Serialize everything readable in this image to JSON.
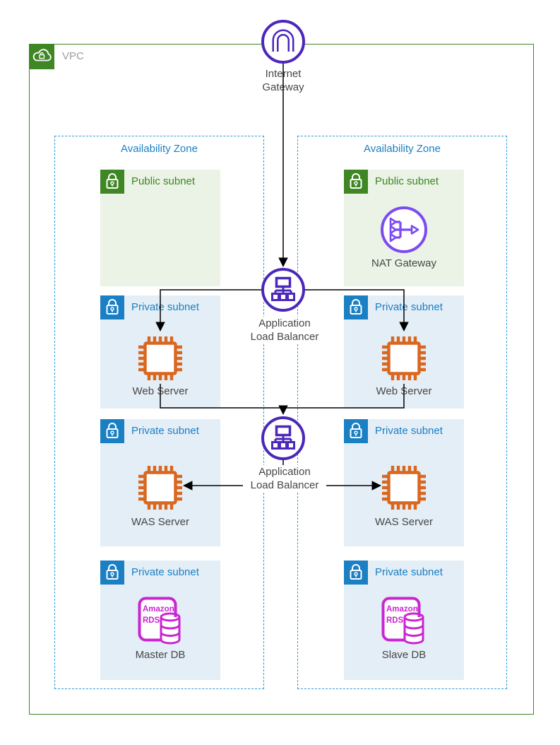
{
  "colors": {
    "vpc_green": "#3F8624",
    "public_subnet_bg": "#EAF3E5",
    "public_subnet_text": "#3F8624",
    "private_subnet_bg": "#E4EEF6",
    "subnet_blue": "#1B7FC4",
    "az_border_blue": "#2E9BD5",
    "gateway_purple": "#4B27BA",
    "nat_purple": "#7C4BF2",
    "ec2_orange": "#D9671F",
    "rds_magenta": "#C925D1",
    "connector_black": "#000000",
    "node_label_gray": "#464646",
    "vpc_label_gray": "#9E9E9E"
  },
  "vpc": {
    "label": "VPC"
  },
  "zones": [
    {
      "label": "Availability Zone"
    },
    {
      "label": "Availability Zone"
    }
  ],
  "subnets": [
    {
      "label": "Public subnet"
    },
    {
      "label": "Private subnet"
    },
    {
      "label": "Private subnet"
    },
    {
      "label": "Private subnet"
    },
    {
      "label": "Public subnet"
    },
    {
      "label": "Private subnet"
    },
    {
      "label": "Private subnet"
    },
    {
      "label": "Private subnet"
    }
  ],
  "nodes": {
    "internet_gateway": {
      "line1": "Internet",
      "line2": "Gateway"
    },
    "alb_web": {
      "line1": "Application",
      "line2": "Load Balancer"
    },
    "alb_was": {
      "line1": "Application",
      "line2": "Load Balancer"
    },
    "nat_gateway": {
      "label": "NAT Gateway"
    },
    "web_server_left": {
      "label": "Web Server"
    },
    "web_server_right": {
      "label": "Web Server"
    },
    "was_server_left": {
      "label": "WAS Server"
    },
    "was_server_right": {
      "label": "WAS Server"
    },
    "master_db": {
      "label": "Master DB",
      "badge_line1": "Amazon",
      "badge_line2": "RDS"
    },
    "slave_db": {
      "label": "Slave DB",
      "badge_line1": "Amazon",
      "badge_line2": "RDS"
    }
  }
}
